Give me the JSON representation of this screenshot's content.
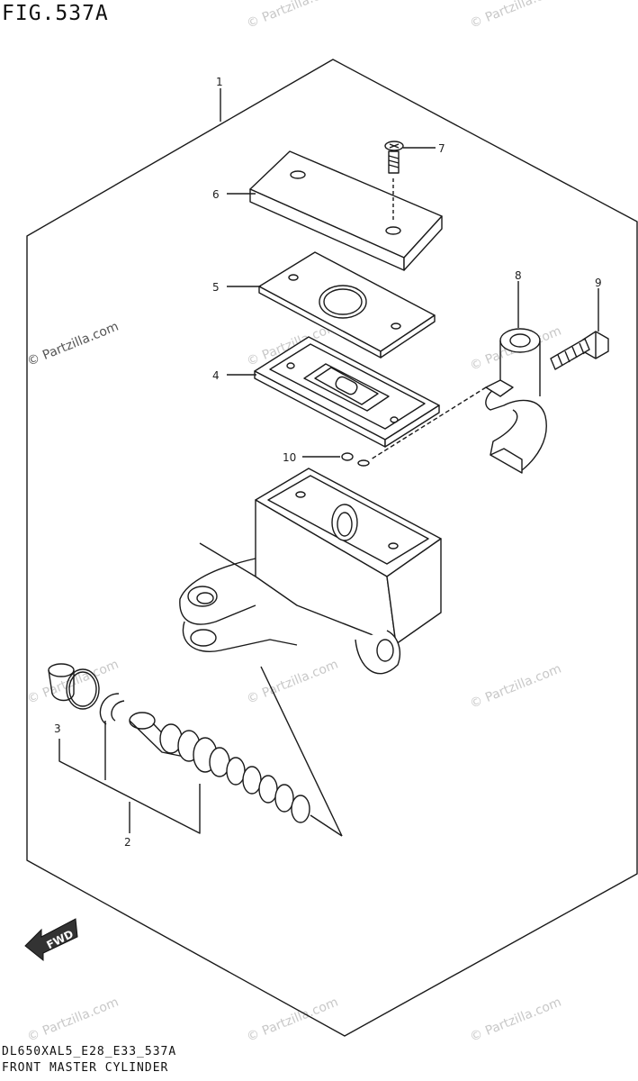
{
  "figure_label": "FIG.537A",
  "diagram_code": "DL650XAL5_E28_E33_537A",
  "diagram_title": "FRONT MASTER CYLINDER",
  "watermark": "© Partzilla.com",
  "direction_marker": "FWD",
  "callouts": [
    "1",
    "2",
    "3",
    "4",
    "5",
    "6",
    "7",
    "8",
    "9",
    "10"
  ]
}
